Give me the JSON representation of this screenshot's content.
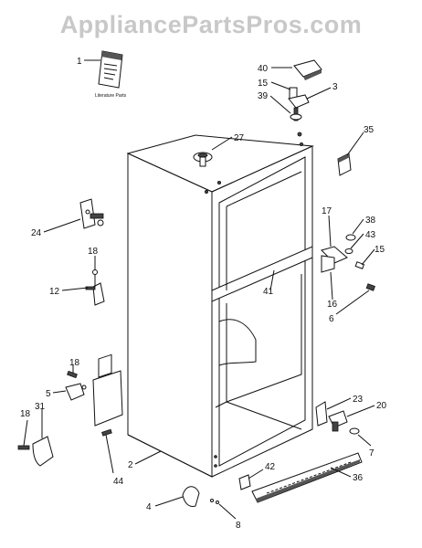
{
  "watermark": "AppliancePartsPros.com",
  "literature_caption": "Literature Parts",
  "callouts": [
    "1",
    "40",
    "15",
    "3",
    "39",
    "35",
    "27",
    "24",
    "17",
    "38",
    "43",
    "18",
    "15",
    "12",
    "41",
    "16",
    "6",
    "18",
    "5",
    "31",
    "18",
    "23",
    "20",
    "7",
    "2",
    "44",
    "42",
    "36",
    "4",
    "8"
  ]
}
